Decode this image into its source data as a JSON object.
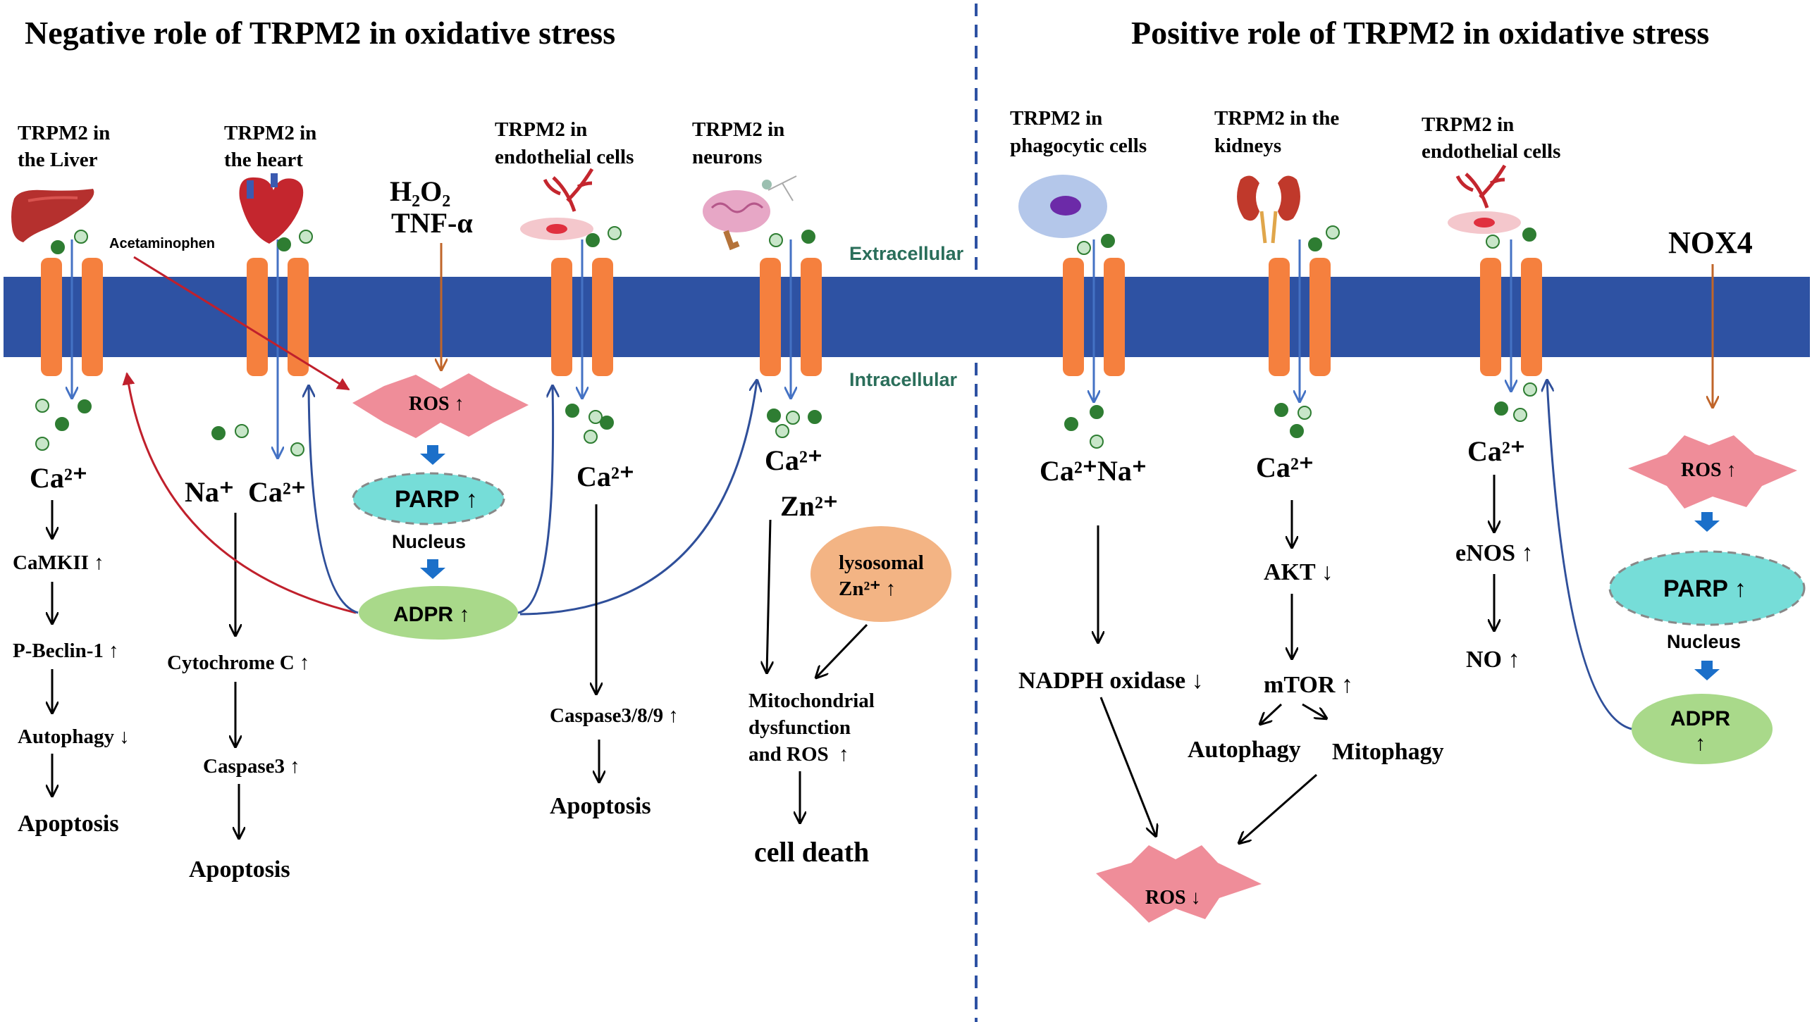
{
  "titles": {
    "left": "Negative role of TRPM2 in oxidative stress",
    "right": "Positive role of TRPM2 in oxidative stress"
  },
  "membrane": {
    "extracellular": "Extracellular",
    "intracellular": "Intracellular",
    "color": "#2e52a3",
    "label_color": "#2a6e5a"
  },
  "colors": {
    "channel": "#f5803e",
    "arrow_blue": "#4472c4",
    "arrow_dark_blue": "#2f4f9a",
    "arrow_red": "#c0202c",
    "arrow_brown": "#c0652a",
    "ros_star": "#ef8d99",
    "parp": "#76ddd8",
    "adpr": "#a9d98a",
    "lysosome": "#f3b484",
    "ion_dark": "#2e7d32",
    "ion_light": "#c8e6c9"
  },
  "liver": {
    "header_line1": "TRPM2 in",
    "header_line2": "the Liver",
    "ion": "Ca²⁺",
    "steps": [
      "CaMKII ↑",
      "P-Beclin-1 ↑",
      "Autophagy ↓",
      "Apoptosis"
    ]
  },
  "heart": {
    "header_line1": "TRPM2 in",
    "header_line2": "the heart",
    "ions": "Na⁺  Ca²⁺",
    "steps": [
      "Cytochrome C ↑",
      "Caspase3 ↑",
      "Apoptosis"
    ]
  },
  "acetaminophen": "Acetaminophen",
  "stimulus": {
    "line1": "H₂O₂",
    "line2": "TNF-α"
  },
  "left_cascade": {
    "ros": "ROS ↑",
    "parp": "PARP ↑",
    "nucleus": "Nucleus",
    "adpr": "ADPR ↑"
  },
  "endo_left": {
    "header_line1": "TRPM2 in",
    "header_line2": "endothelial cells",
    "ion": "Ca²⁺",
    "steps": [
      "Caspase3/8/9 ↑",
      "Apoptosis"
    ]
  },
  "neurons": {
    "header_line1": "TRPM2 in",
    "header_line2": "neurons",
    "ion1": "Ca²⁺",
    "ion2": "Zn²⁺",
    "lysosome_line1": "lysosomal",
    "lysosome_line2": "Zn²⁺ ↑",
    "mito_lines": [
      "Mitochondrial",
      "dysfunction",
      "and ROS  ↑"
    ],
    "death": "cell death"
  },
  "phagocytic": {
    "header_line1": "TRPM2 in",
    "header_line2": "phagocytic cells",
    "ions": "Ca²⁺Na⁺",
    "step": "NADPH oxidase ↓"
  },
  "kidneys": {
    "header_line1": "TRPM2 in the",
    "header_line2": "kidneys",
    "ion": "Ca²⁺",
    "akt": "AKT ↓",
    "mtor": "mTOR ↑",
    "autophagy": "Autophagy",
    "mitophagy": "Mitophagy"
  },
  "ros_down": "ROS ↓",
  "endo_right": {
    "header_line1": "TRPM2 in",
    "header_line2": "endothelial cells",
    "ion": "Ca²⁺",
    "enos": "eNOS ↑",
    "no": "NO ↑"
  },
  "nox4": {
    "label": "NOX4",
    "ros": "ROS ↑",
    "parp": "PARP ↑",
    "nucleus": "Nucleus",
    "adpr_line1": "ADPR",
    "adpr_line2": "↑"
  }
}
